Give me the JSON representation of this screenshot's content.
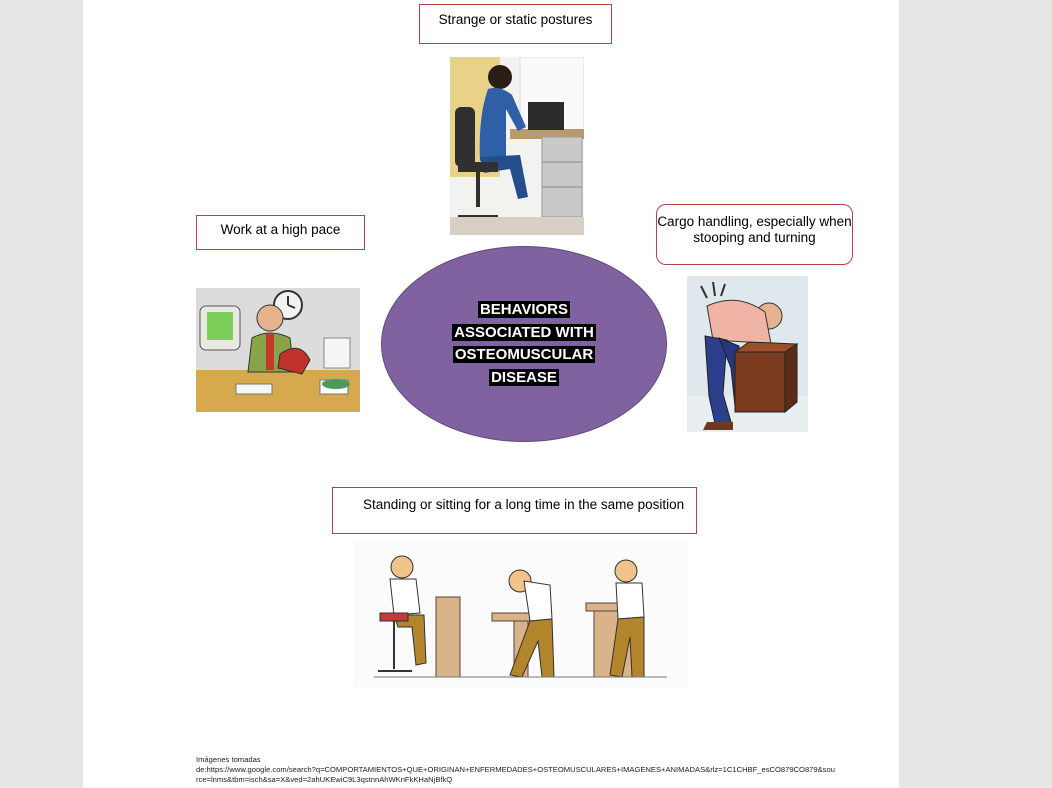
{
  "labels": {
    "top": "Strange or static postures",
    "left": "Work at a high pace",
    "right": "Cargo handling, especially when stooping and turning",
    "bottom": "Standing or sitting for a long time in the same position"
  },
  "center": {
    "title": "BEHAVIORS ASSOCIATED WITH OSTEOMUSCULAR DISEASE",
    "fill_color": "#8062a0"
  },
  "images": {
    "top": "office-worker-at-desk-image",
    "left": "stressed-office-worker-cartoon",
    "right": "man-lifting-box-cartoon",
    "bottom": "standing-sitting-postures-illustration"
  },
  "footer": {
    "line1": "Imágenes tomadas",
    "line2": "de:https://www.google.com/search?q=COMPORTAMIENTOS+QUE+ORIGINAN+ENFERMEDADES+OSTEOMUSCULARES+IMAGENES+ANIMADAS&rlz=1C1CHBF_esCO879CO879&source=lnms&tbm=isch&sa=X&ved=2ahUKEwiC9L3qstnnAhWKnFkKHaNjBfkQ"
  },
  "colors": {
    "box_border": "#b0464a",
    "background": "#e6e6e6",
    "page": "#ffffff"
  }
}
